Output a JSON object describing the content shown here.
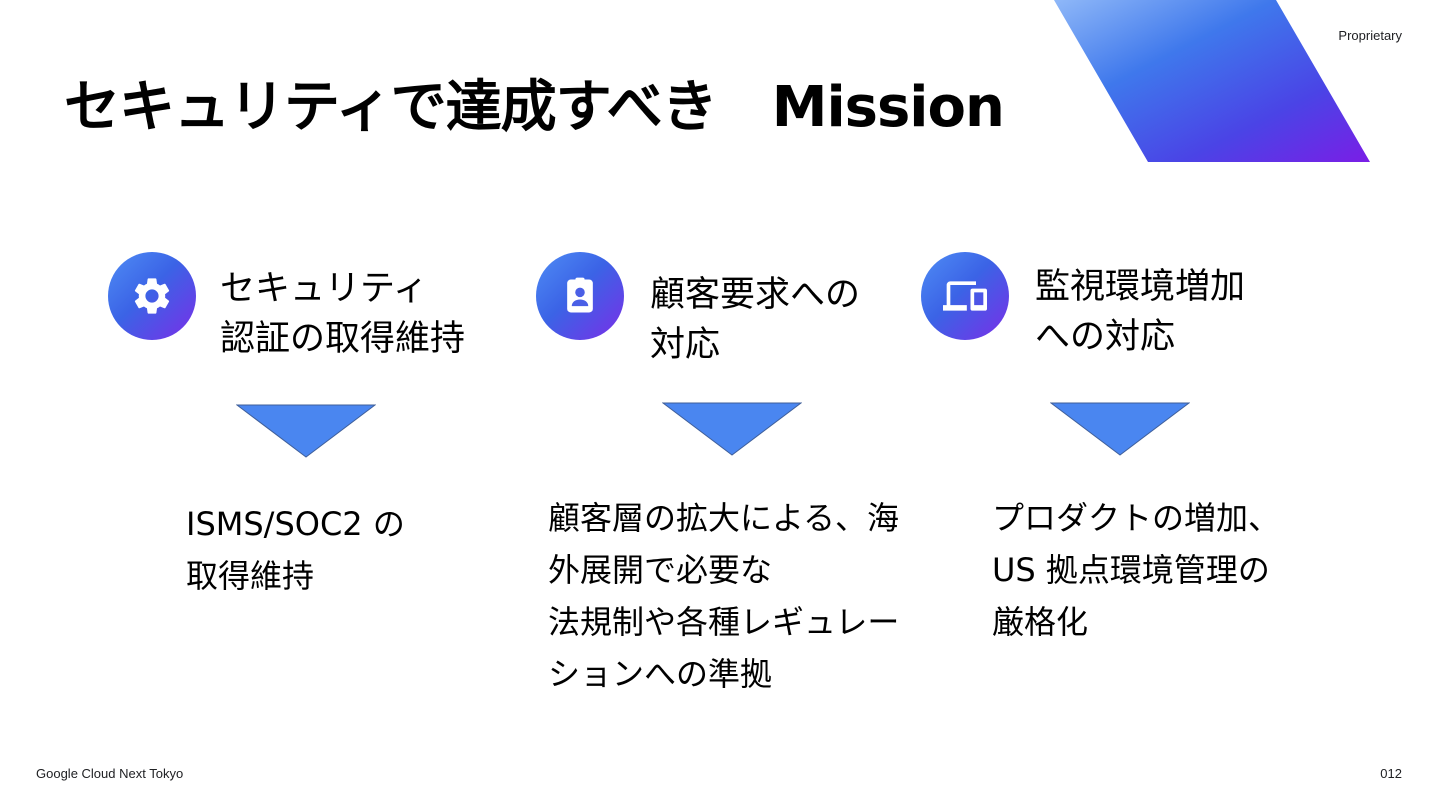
{
  "header": {
    "proprietary_label": "Proprietary",
    "title": "セキュリティで達成すべき　Mission"
  },
  "colors": {
    "gradient_start": "#4f8df5",
    "gradient_mid": "#3b63e6",
    "gradient_end": "#7a2ee8",
    "arrow_fill": "#4a86f0",
    "arrow_stroke": "#3f5f9a"
  },
  "columns": [
    {
      "icon": "gear-icon",
      "heading_lines": [
        "セキュリティ",
        "認証の取得維持"
      ],
      "detail_lines": [
        "ISMS/SOC2 の",
        "取得維持"
      ]
    },
    {
      "icon": "badge-icon",
      "heading_lines": [
        "顧客要求への",
        "対応"
      ],
      "detail_lines": [
        "顧客層の拡大による、海",
        "外展開で必要な",
        "法規制や各種レギュレー",
        "ションへの準拠"
      ]
    },
    {
      "icon": "devices-icon",
      "heading_lines": [
        "監視環境増加",
        "への対応"
      ],
      "detail_lines": [
        "プロダクトの増加、",
        "US 拠点環境管理の",
        "厳格化"
      ]
    }
  ],
  "footer": {
    "event_name": "Google Cloud Next Tokyo",
    "page_number": "012"
  }
}
